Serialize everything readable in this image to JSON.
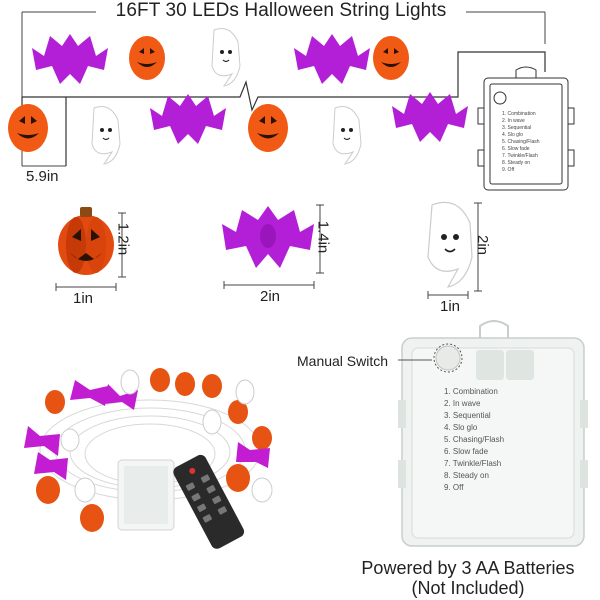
{
  "title": "16FT 30 LEDs Halloween String Lights",
  "dimensions": {
    "spacing": "5.9in",
    "pumpkin_height": "1.2in",
    "pumpkin_width": "1in",
    "bat_height": "1.4in",
    "bat_width": "2in",
    "ghost_height": "2in",
    "ghost_width": "1in"
  },
  "switch_label": "Manual Switch",
  "modes": [
    "1. Combination",
    "2. In wave",
    "3. Sequential",
    "4. Slo glo",
    "5. Chasing/Flash",
    "6. Slow fade",
    "7. Twinkle/Flash",
    "8. Steady on",
    "9. Off"
  ],
  "battery_note_line1": "Powered by 3 AA Batteries",
  "battery_note_line2": "(Not Included)",
  "colors": {
    "bat": "#b21fd6",
    "pumpkin": "#f05a14",
    "pumpkin_face": "#2a1205",
    "ghost": "#ffffff",
    "wire": "#333333",
    "box": "#eef2f0"
  }
}
